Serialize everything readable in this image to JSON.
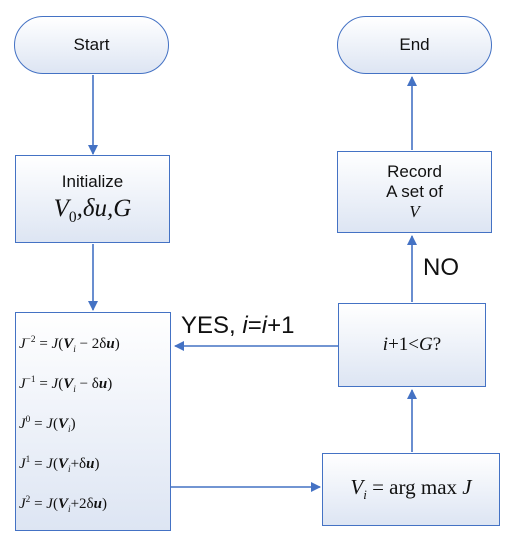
{
  "nodes": {
    "start": "Start",
    "end": "End",
    "initialize_title": "Initialize",
    "record_line1": "Record",
    "record_line2": "A set of",
    "record_var": "V",
    "condition": {
      "i": "i",
      "plus_one": "+1<",
      "G": "G",
      "q": "?"
    },
    "argmax": {
      "V": "V",
      "sub": "i",
      "rest": " = arg max ",
      "J": "J"
    }
  },
  "edges": {
    "yes_label": "YES,",
    "yes_i1": "i",
    "yes_eq": "=",
    "yes_i2": "i",
    "yes_plus": "+1",
    "no_label": "NO"
  },
  "colors": {
    "stroke": "#4472c4",
    "fill_bottom": "#dde5f3"
  }
}
